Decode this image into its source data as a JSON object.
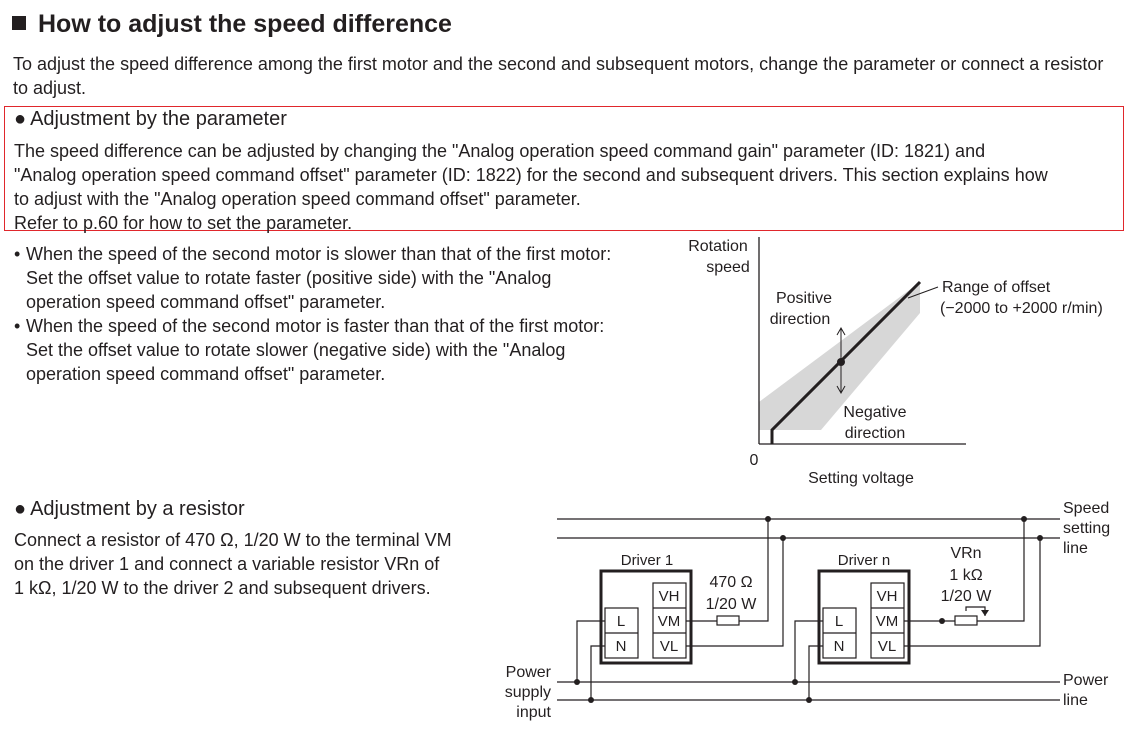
{
  "heading": "How to adjust the speed difference",
  "intro": "To adjust the speed difference among the first motor and the second and subsequent motors, change the parameter or connect a resistor to adjust.",
  "param_section": {
    "title": "Adjustment by the parameter",
    "lines": [
      "The speed difference can be adjusted by changing the \"Analog operation speed command gain\" parameter (ID: 1821) and",
      "\"Analog operation speed command offset\" parameter (ID: 1822) for the second and subsequent drivers. This section explains how",
      "to adjust with the \"Analog operation speed command offset\" parameter.",
      "Refer to p.60 for how to set the parameter."
    ]
  },
  "bullets": [
    {
      "lines": [
        "When the speed of the second motor is slower than that of the first motor:",
        "Set the offset value to rotate faster (positive side) with the \"Analog",
        "operation speed command offset\" parameter."
      ]
    },
    {
      "lines": [
        "When the speed of the second motor is faster than that of the first motor:",
        "Set the offset value to rotate slower (negative side) with the \"Analog",
        "operation speed command offset\" parameter."
      ]
    }
  ],
  "graph": {
    "y_label": [
      "Rotation",
      "speed"
    ],
    "x_label": "Setting voltage",
    "origin": "0",
    "positive": [
      "Positive",
      "direction"
    ],
    "negative": [
      "Negative",
      "direction"
    ],
    "range": [
      "Range of offset",
      "(−2000 to +2000 r/min)"
    ]
  },
  "resistor_section": {
    "title": "Adjustment by a resistor",
    "lines": [
      "Connect a resistor of 470 Ω, 1/20 W to the terminal VM",
      "on the driver 1 and connect a variable resistor VRn of",
      "1 kΩ, 1/20 W to the driver 2 and subsequent drivers."
    ]
  },
  "circuit": {
    "driver1": "Driver 1",
    "drivern": "Driver n",
    "terminals": {
      "vh": "VH",
      "vm": "VM",
      "vl": "VL",
      "l": "L",
      "n": "N"
    },
    "resistor1": [
      "470 Ω",
      "1/20 W"
    ],
    "vrn": [
      "VRn",
      "1 kΩ",
      "1/20 W"
    ],
    "speed_line": [
      "Speed",
      "setting",
      "line"
    ],
    "power_line": [
      "Power",
      "line"
    ],
    "power_input": [
      "Power",
      "supply",
      "input"
    ]
  }
}
